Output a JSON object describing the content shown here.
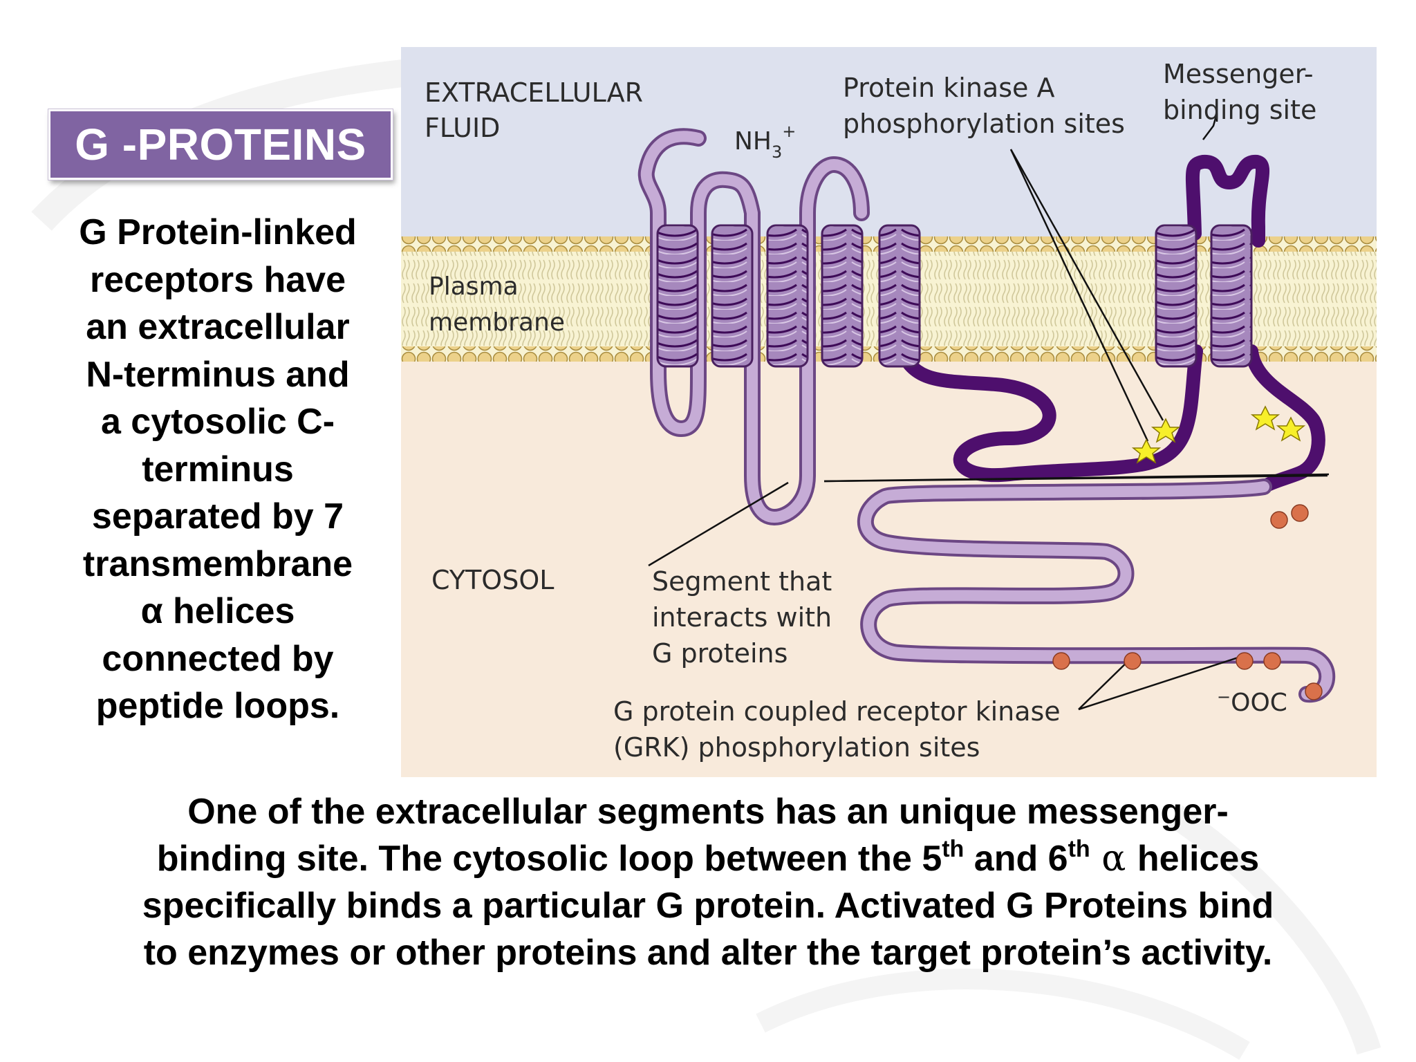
{
  "title": "G -PROTEINS",
  "side_text": [
    "G Protein-linked",
    "receptors have",
    "an extracellular",
    "N-terminus and",
    "a cytosolic C-",
    "terminus",
    "separated by 7",
    "transmembrane",
    "α helices",
    "connected by",
    "peptide loops."
  ],
  "diagram": {
    "extracellular_1": "EXTRACELLULAR",
    "extracellular_2": "FLUID",
    "nh3": "NH",
    "nh3_sub": "3",
    "nh3_sup": "+",
    "pka_1": "Protein kinase A",
    "pka_2": "phosphorylation sites",
    "messenger_1": "Messenger-",
    "messenger_2": "binding site",
    "plasma_1": "Plasma",
    "plasma_2": "membrane",
    "cytosol": "CYTOSOL",
    "segment_1": "Segment that",
    "segment_2": "interacts with",
    "segment_3": "G proteins",
    "grk_1": "G protein coupled receptor kinase",
    "grk_2": "(GRK) phosphorylation sites",
    "cooh_sup": "−",
    "cooh": "OOC"
  },
  "bottom": {
    "l1": "One of  the extracellular segments has an unique messenger-",
    "l2a": "binding site. The cytosolic loop between the 5",
    "l2_sup1": "th",
    "l2b": "  and 6",
    "l2_sup2": "th",
    "l2_alpha": " α ",
    "l2c": "helices",
    "l3": "specifically binds a particular G protein. Activated G Proteins bind",
    "l4": "to enzymes or other proteins and alter the target protein’s activity."
  },
  "colors": {
    "title_bg": "#8064a2",
    "extracellular_bg": "#dde1ee",
    "cytosol_bg": "#f8eadb",
    "membrane_bg": "#f8f3d3",
    "lipid_head": "#e8cc80",
    "protein_light": "#b79cc8",
    "protein_dark": "#4e0f6d",
    "star": "#f7ef2a",
    "grk_dot": "#d9714b"
  }
}
